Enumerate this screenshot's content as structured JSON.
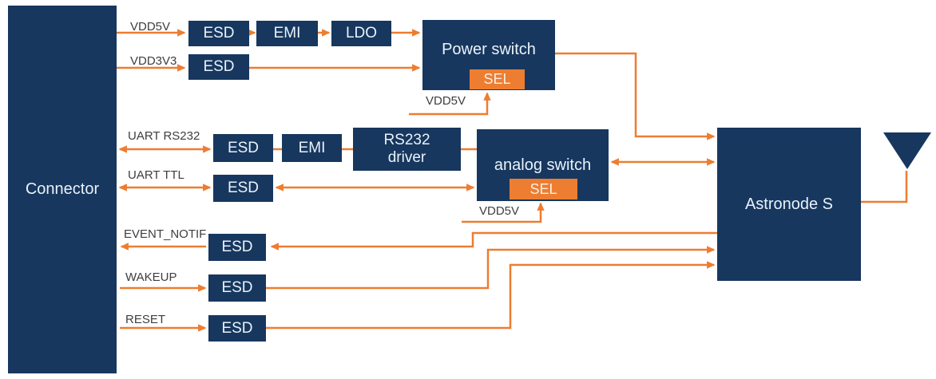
{
  "blocks": {
    "connector": {
      "label": "Connector"
    },
    "esd": {
      "label": "ESD"
    },
    "emi": {
      "label": "EMI"
    },
    "ldo": {
      "label": "LDO"
    },
    "power_switch": {
      "label": "Power switch"
    },
    "sel": {
      "label": "SEL"
    },
    "rs232_driver": {
      "label": "RS232 driver"
    },
    "analog_switch": {
      "label": "analog switch"
    },
    "astronode": {
      "label": "Astronode S"
    }
  },
  "signals": {
    "vdd5v": {
      "label": "VDD5V"
    },
    "vdd3v3": {
      "label": "VDD3V3"
    },
    "uart_rs232": {
      "label": "UART RS232"
    },
    "uart_ttl": {
      "label": "UART TTL"
    },
    "event_notif": {
      "label": "EVENT_NOTIF"
    },
    "wakeup": {
      "label": "WAKEUP"
    },
    "reset": {
      "label": "RESET"
    }
  },
  "icons": {
    "antenna": "antenna-icon"
  },
  "colors": {
    "block_navy": "#17375E",
    "accent_orange": "#ED7D31",
    "label_text": "#3E3E3E",
    "block_text": "#EAF2FA"
  }
}
